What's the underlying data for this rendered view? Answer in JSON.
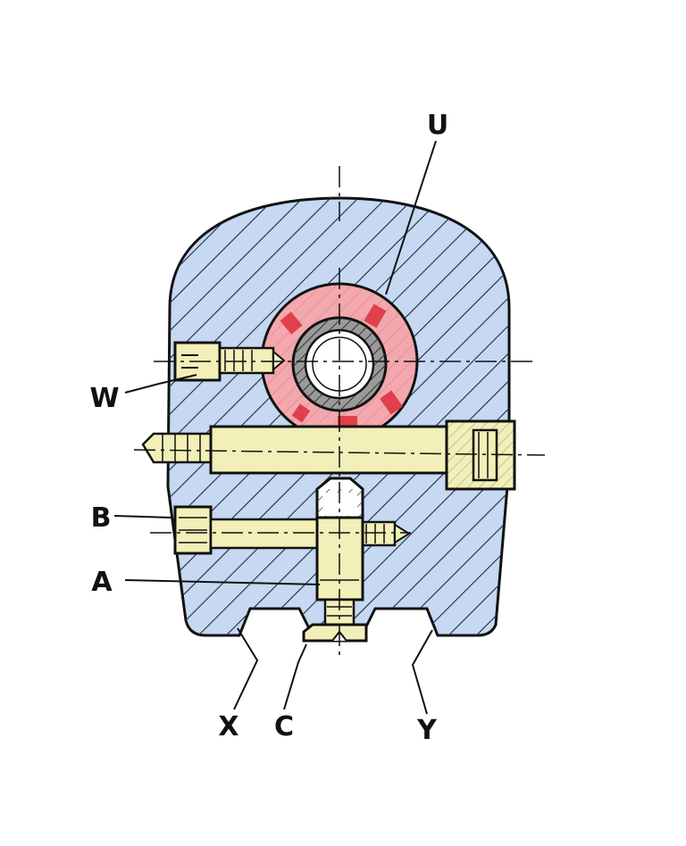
{
  "labels": {
    "U": "U",
    "W": "W",
    "B": "B",
    "A": "A",
    "X": "X",
    "C": "C",
    "Y": "Y"
  },
  "colors": {
    "body_fill": "#c6d8f2",
    "body_hatch": "#1b2a40",
    "bush_fill": "#f3a8ad",
    "bush_slots": "#e0404c",
    "bolt_fill": "#f2f0b8",
    "bushing_grey": "#9a9a9a",
    "outline": "#111111"
  }
}
